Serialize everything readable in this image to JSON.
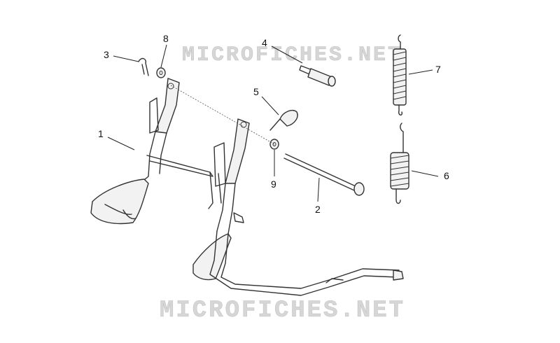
{
  "watermark": {
    "text": "MICROFICHES.NET"
  },
  "callouts": [
    {
      "id": "1",
      "label": "1"
    },
    {
      "id": "2",
      "label": "2"
    },
    {
      "id": "3",
      "label": "3"
    },
    {
      "id": "4",
      "label": "4"
    },
    {
      "id": "5",
      "label": "5"
    },
    {
      "id": "6",
      "label": "6"
    },
    {
      "id": "7",
      "label": "7"
    },
    {
      "id": "8",
      "label": "8"
    },
    {
      "id": "9",
      "label": "9"
    }
  ]
}
